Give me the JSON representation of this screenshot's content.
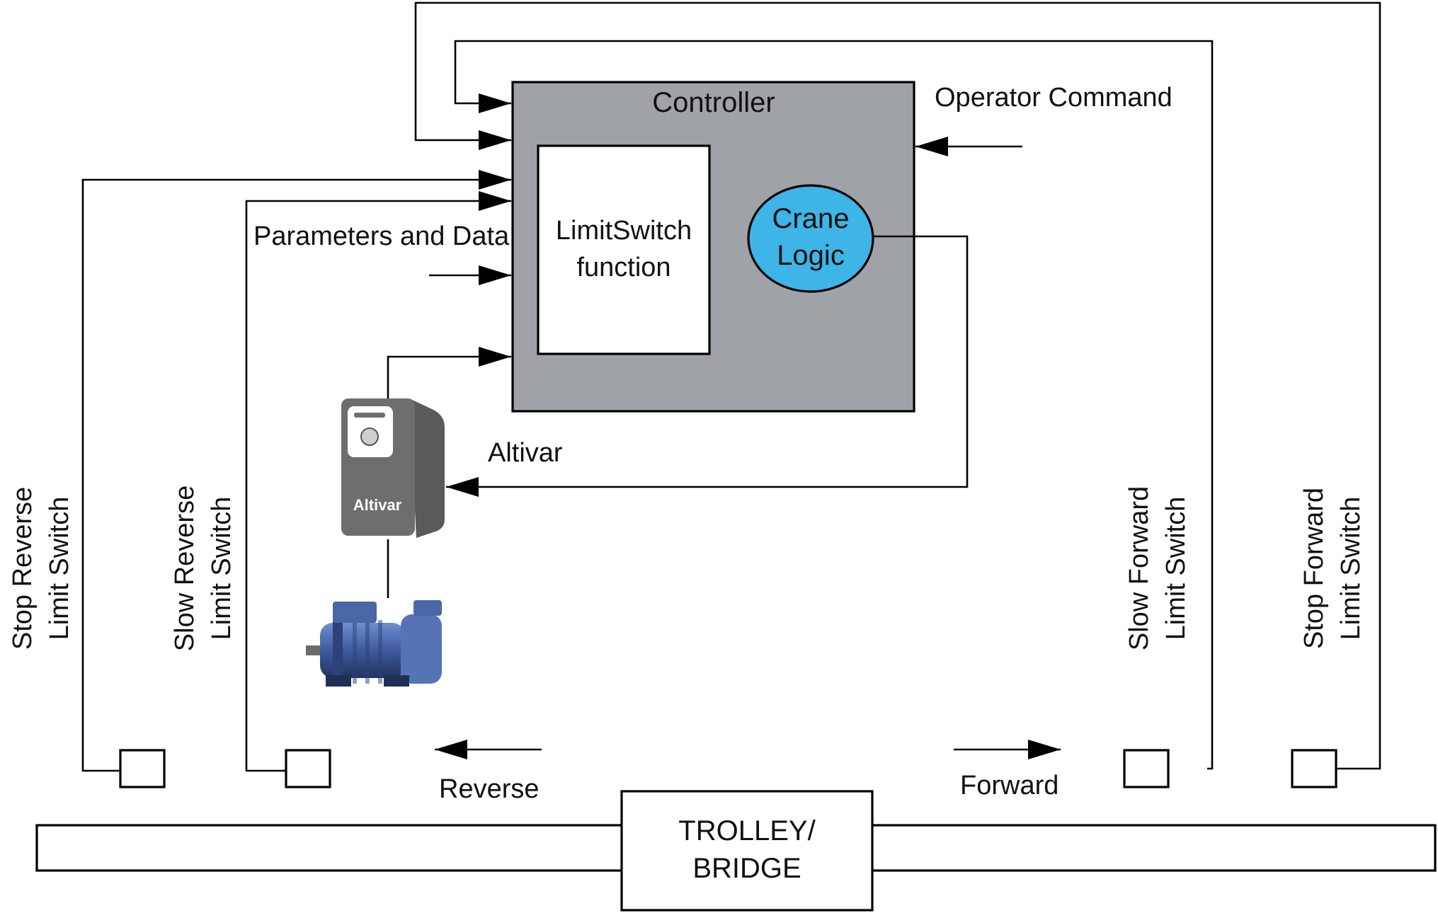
{
  "controller": {
    "title": "Controller",
    "fill": "#9fa2a7"
  },
  "limit_switch_function": {
    "line1": "LimitSwitch",
    "line2": "function"
  },
  "crane_logic": {
    "line1": "Crane",
    "line2": "Logic",
    "fill": "#3fb4e6"
  },
  "inputs": {
    "operator_command": "Operator Command",
    "parameters_and_data": "Parameters and Data"
  },
  "drive": {
    "label": "Altivar",
    "badge": "Altivar",
    "body_color": "#6e6e70"
  },
  "motor": {
    "icon": "motor-icon",
    "color": "#3d5a9e"
  },
  "limit_switches": {
    "stop_reverse": {
      "line1": "Stop Reverse",
      "line2": "Limit Switch"
    },
    "slow_reverse": {
      "line1": "Slow Reverse",
      "line2": "Limit Switch"
    },
    "slow_forward": {
      "line1": "Slow Forward",
      "line2": "Limit Switch"
    },
    "stop_forward": {
      "line1": "Stop Forward",
      "line2": "Limit Switch"
    }
  },
  "directions": {
    "reverse": "Reverse",
    "forward": "Forward"
  },
  "trolley": {
    "line1": "TROLLEY/",
    "line2": "BRIDGE"
  }
}
